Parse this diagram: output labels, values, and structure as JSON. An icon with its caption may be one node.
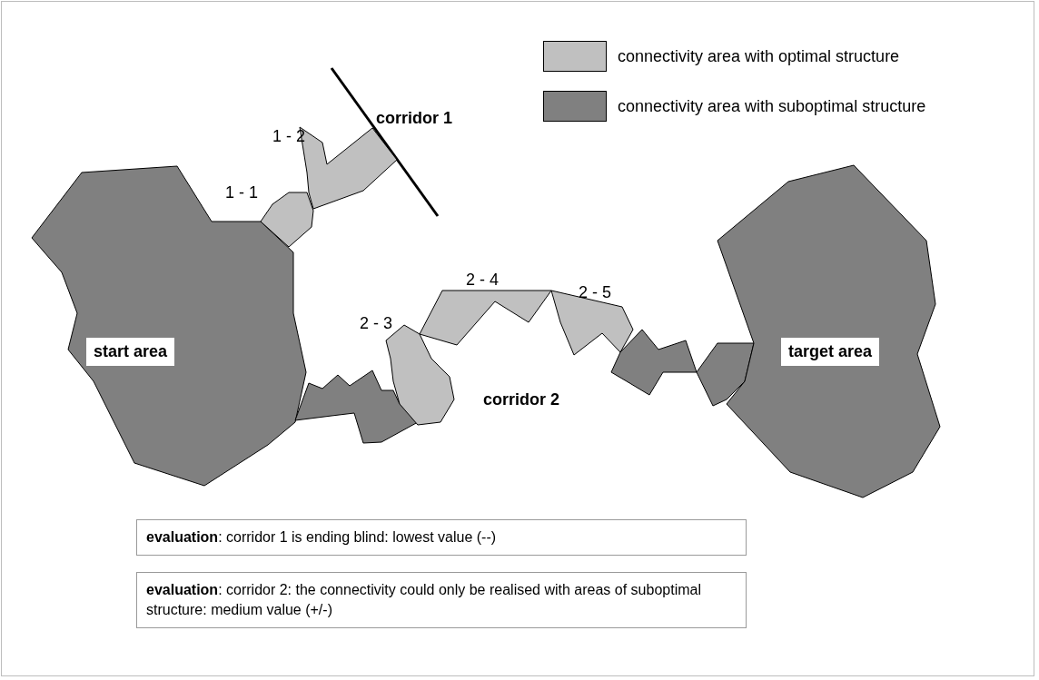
{
  "diagram": {
    "nodes": [
      {
        "text": [
          "start area"
        ]
      },
      {
        "text": [],
        "shape": "polygon",
        "beside": [
          "1 - 1"
        ]
      },
      {
        "text": [],
        "shape": "polygon",
        "beside": [
          "1 - 2"
        ]
      },
      {
        "text": [],
        "shape": "polygon"
      },
      {
        "text": [],
        "shape": "polygon",
        "beside": [
          "2 - 3"
        ]
      },
      {
        "text": [],
        "shape": "polygon",
        "beside": [
          "2 - 4"
        ]
      },
      {
        "text": [],
        "shape": "polygon",
        "beside": [
          "2 - 5"
        ]
      },
      {
        "text": [],
        "shape": "polygon"
      },
      {
        "text": [],
        "shape": "polygon"
      },
      {
        "text": [
          "target area"
        ]
      },
      {
        "text": [
          "**evaluation**: corridor 1 is ending blind: lowest value (--)"
        ]
      },
      {
        "text": [
          "**evaluation**: corridor 2: the connectivity could only be realised with areas of suboptimal  structure: medium value (+/-)"
        ]
      }
    ],
    "labels": [
      "corridor 1",
      "corridor 2"
    ],
    "legend": [
      {
        "text": "connectivity area with optimal structure",
        "color": "#c0c0c0"
      },
      {
        "text": "connectivity area with suboptimal structure",
        "color": "#808080"
      }
    ]
  }
}
